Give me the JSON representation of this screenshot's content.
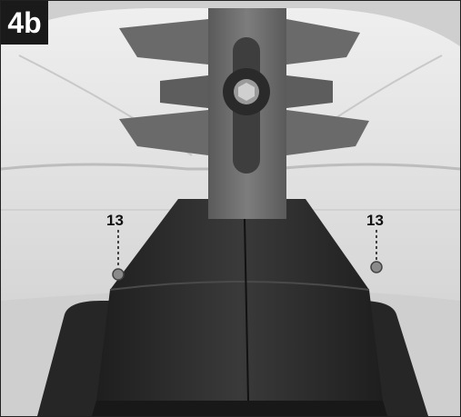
{
  "figure": {
    "label": "4b"
  },
  "callouts": [
    {
      "text": "13",
      "points_to": "left-screw"
    },
    {
      "text": "13",
      "points_to": "right-screw"
    }
  ],
  "colors": {
    "badge_bg": "#1a1a1a",
    "badge_text": "#ffffff",
    "guard": "#e4e4e4",
    "blade": "#6e6e6e",
    "motor_housing": "#2c2c2c"
  }
}
